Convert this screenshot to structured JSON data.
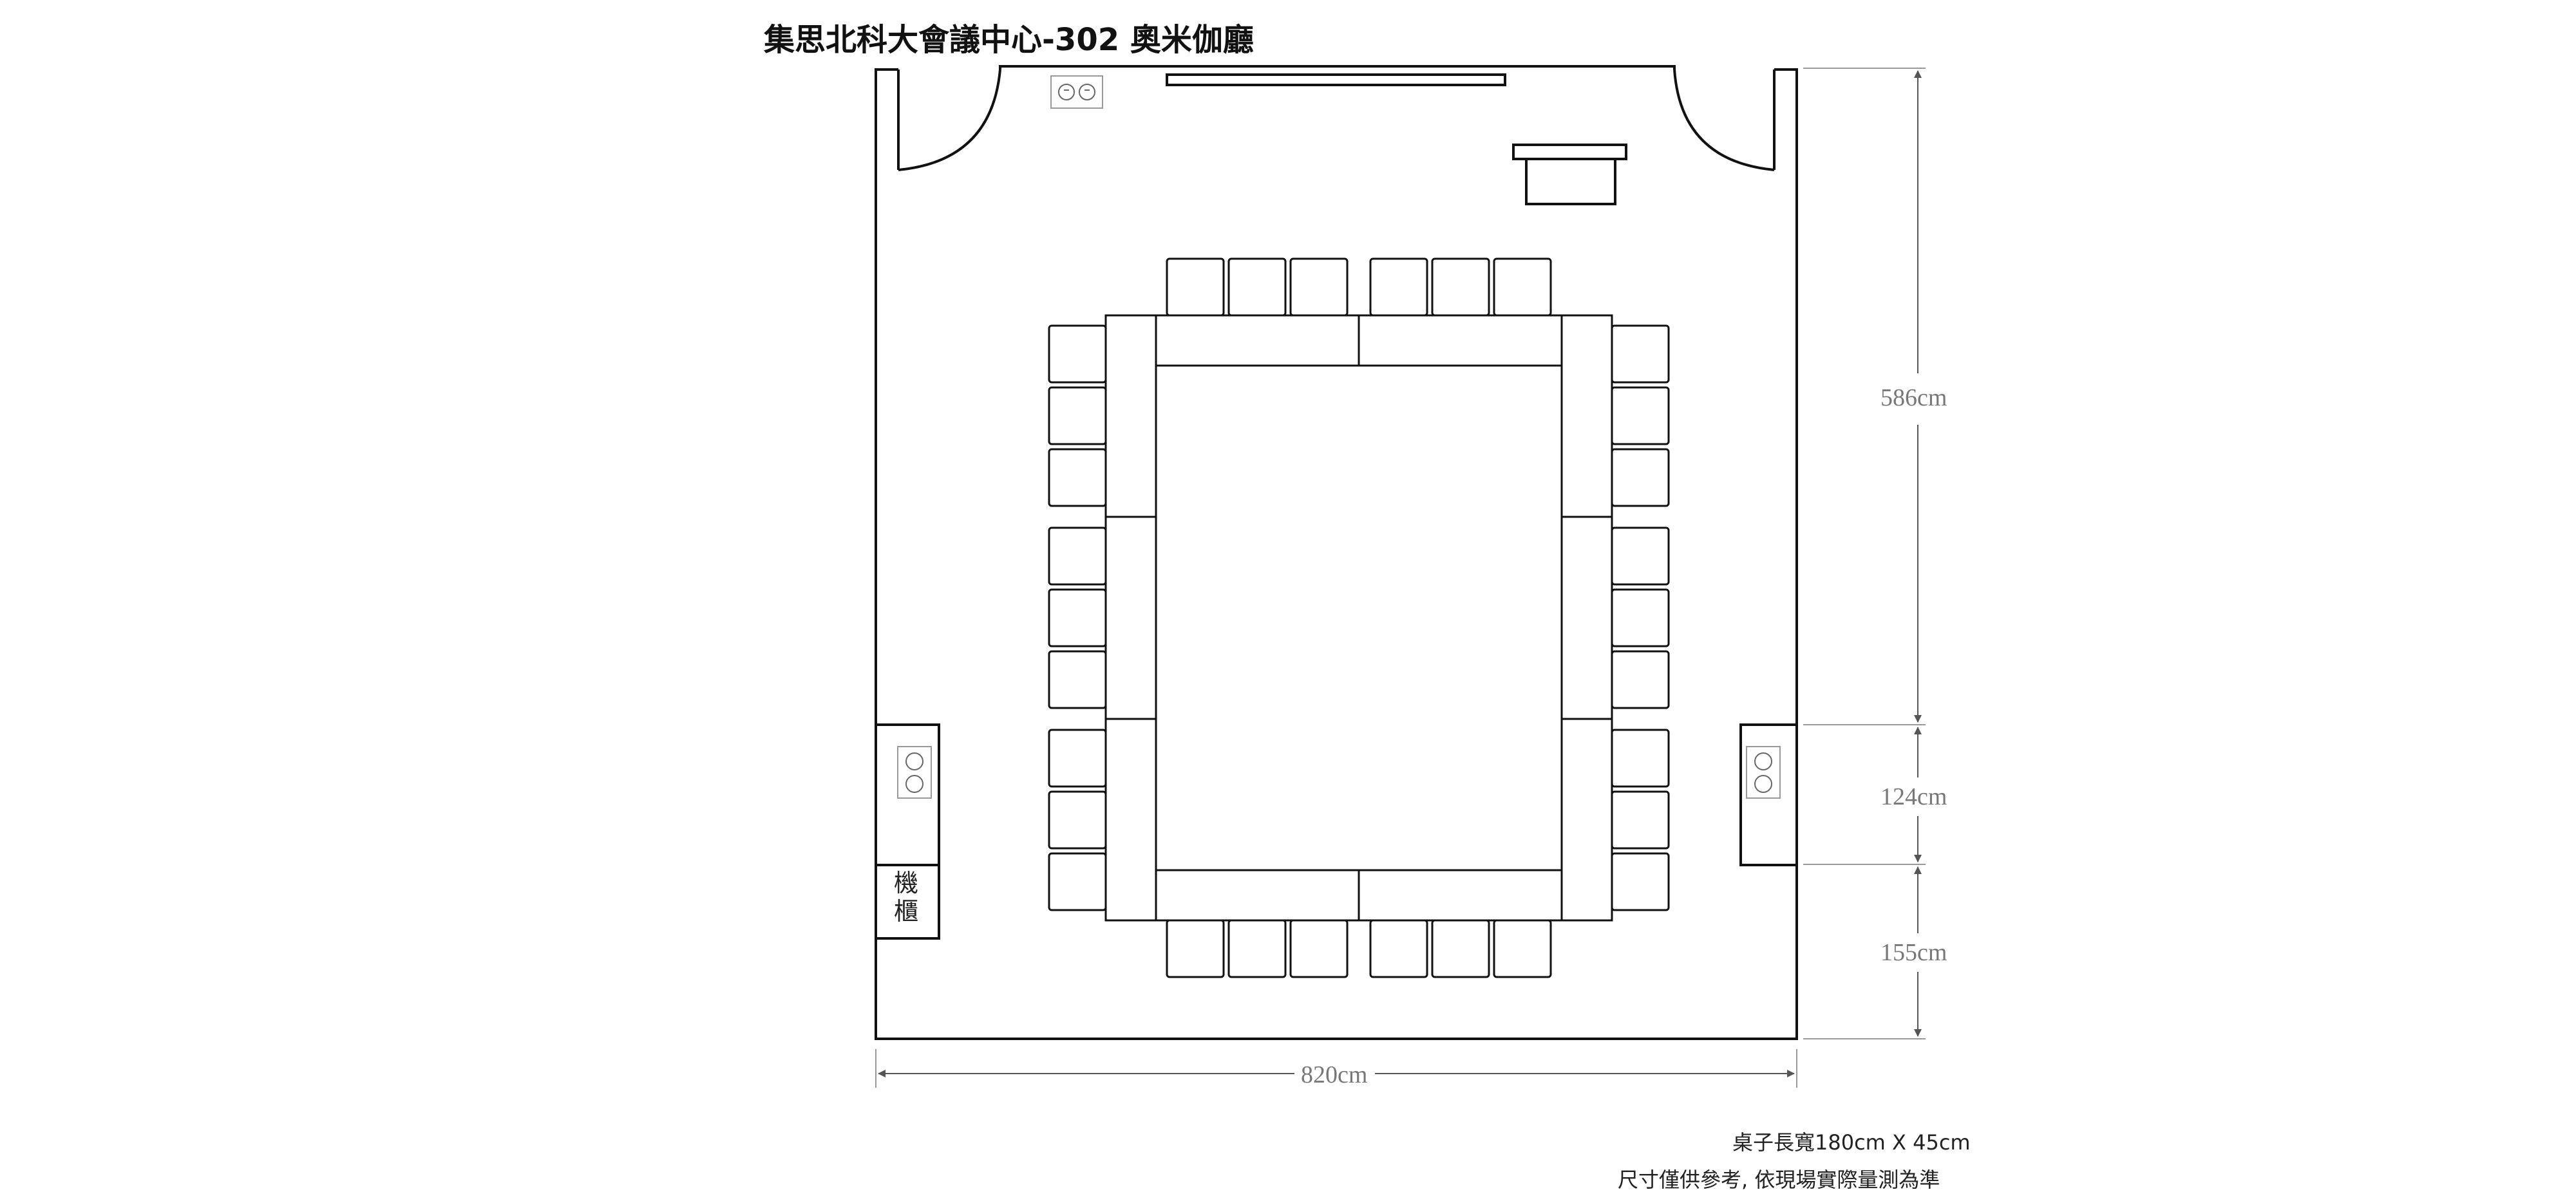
{
  "title": "集思北科大會議中心-302 奧米伽廳",
  "notes": {
    "table_size": "桌子長寬180cm X 45cm",
    "disclaimer": "尺寸僅供參考, 依現場實際量測為準"
  },
  "cabinet_label": "機櫃",
  "dimensions": {
    "width": "820cm",
    "upper": "586cm",
    "middle": "124cm",
    "lower": "155cm"
  },
  "colors": {
    "wall": "#111111",
    "dimension_line": "#777777"
  }
}
